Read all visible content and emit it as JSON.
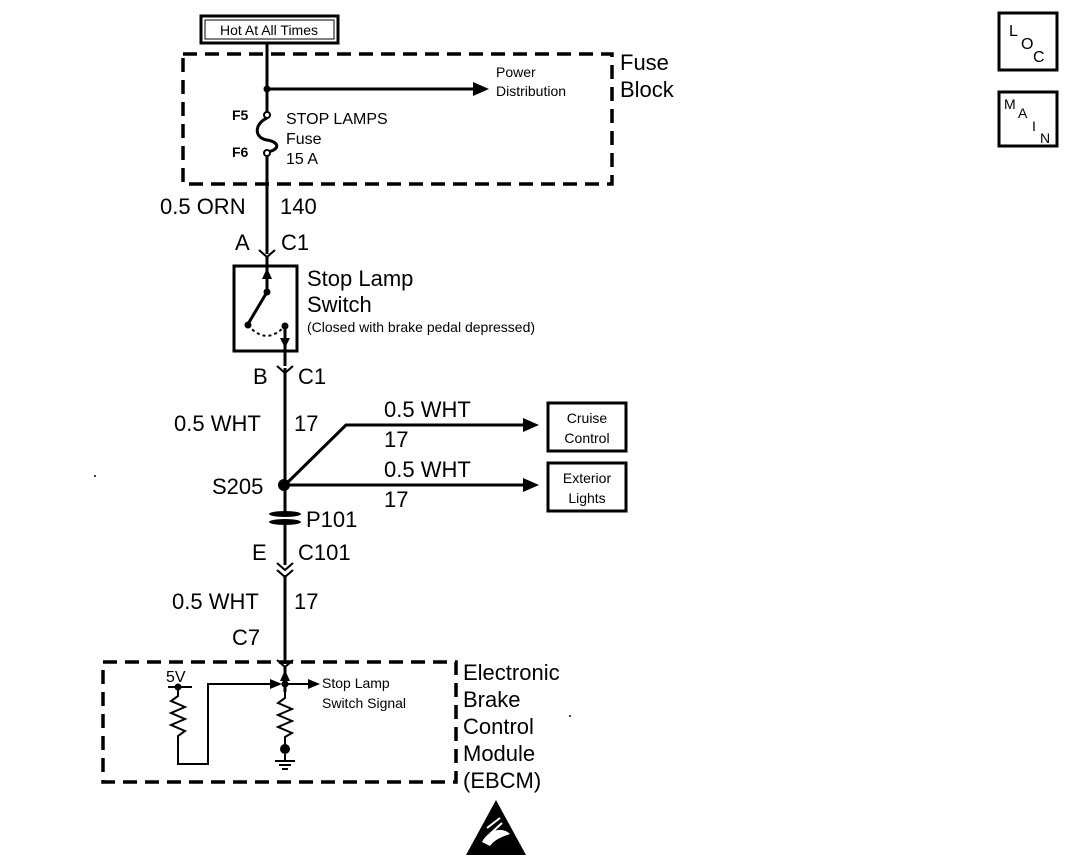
{
  "supply": {
    "label": "Hot At All Times"
  },
  "fuse_block": {
    "title_line1": "Fuse",
    "title_line2": "Block",
    "power_dist_line1": "Power",
    "power_dist_line2": "Distribution",
    "fuse_pin_top": "F5",
    "fuse_pin_bottom": "F6",
    "fuse_name_line1": "STOP LAMPS",
    "fuse_name_line2": "Fuse",
    "fuse_rating": "15 A"
  },
  "wire_140": {
    "size_color": "0.5 ORN",
    "circuit": "140"
  },
  "switch_top_connector": {
    "pin": "A",
    "connector": "C1"
  },
  "stop_lamp_switch": {
    "name_line1": "Stop Lamp",
    "name_line2": "Switch",
    "note": "(Closed with brake pedal depressed)"
  },
  "switch_bottom_connector": {
    "pin": "B",
    "connector": "C1"
  },
  "wire_17_upper": {
    "size_color": "0.5 WHT",
    "circuit": "17"
  },
  "branch_cruise": {
    "size_color": "0.5 WHT",
    "circuit": "17",
    "dest_line1": "Cruise",
    "dest_line2": "Control"
  },
  "branch_exterior": {
    "size_color": "0.5 WHT",
    "circuit": "17",
    "dest_line1": "Exterior",
    "dest_line2": "Lights"
  },
  "splice": {
    "label": "S205"
  },
  "inline_connector": {
    "pass_thru": "P101",
    "pin": "E",
    "connector": "C101"
  },
  "wire_17_lower": {
    "size_color": "0.5 WHT",
    "circuit": "17"
  },
  "ebcm_connector": {
    "connector": "C7"
  },
  "ebcm": {
    "name_line1": "Electronic",
    "name_line2": "Brake",
    "name_line3": "Control",
    "name_line4": "Module",
    "name_line5": "(EBCM)",
    "voltage": "5V",
    "signal_line1": "Stop Lamp",
    "signal_line2": "Switch Signal"
  },
  "nav_icons": [
    {
      "name": "LOC",
      "letters": [
        "L",
        "O",
        "C"
      ]
    },
    {
      "name": "MAIN",
      "letters": [
        "M",
        "A",
        "I",
        "N"
      ]
    }
  ],
  "esd_symbol": "esd-warning-icon"
}
